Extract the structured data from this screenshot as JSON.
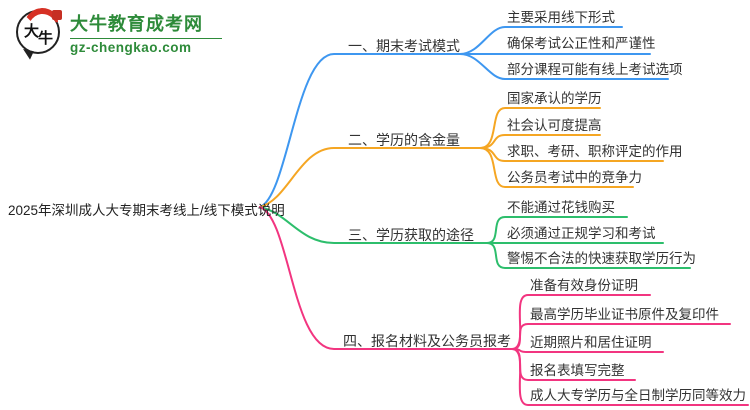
{
  "logo": {
    "icon_char_top": "大",
    "icon_char_bottom": "牛",
    "title": "大牛教育成考网",
    "subtitle": "gz-chengkao.com",
    "brand_green": "#2e8b3a",
    "seal_red": "#c62f23"
  },
  "main_topic": "2025年深圳成人大专期末考线上/线下模式说明",
  "branches": [
    {
      "label": "一、期末考试模式",
      "color": "#3e97f0",
      "leaves": [
        "主要采用线下形式",
        "确保考试公正性和严谨性",
        "部分课程可能有线上考试选项"
      ]
    },
    {
      "label": "二、学历的含金量",
      "color": "#f5a623",
      "leaves": [
        "国家承认的学历",
        "社会认可度提高",
        "求职、考研、职称评定的作用",
        "公务员考试中的竞争力"
      ]
    },
    {
      "label": "三、学历获取的途径",
      "color": "#2dbe6c",
      "leaves": [
        "不能通过花钱购买",
        "必须通过正规学习和考试",
        "警惕不合法的快速获取学历行为"
      ]
    },
    {
      "label": "四、报名材料及公务员报考",
      "color": "#f23580",
      "leaves": [
        "准备有效身份证明",
        "最高学历毕业证书原件及复印件",
        "近期照片和居住证明",
        "报名表填写完整",
        "成人大专学历与全日制学历同等效力"
      ]
    }
  ]
}
